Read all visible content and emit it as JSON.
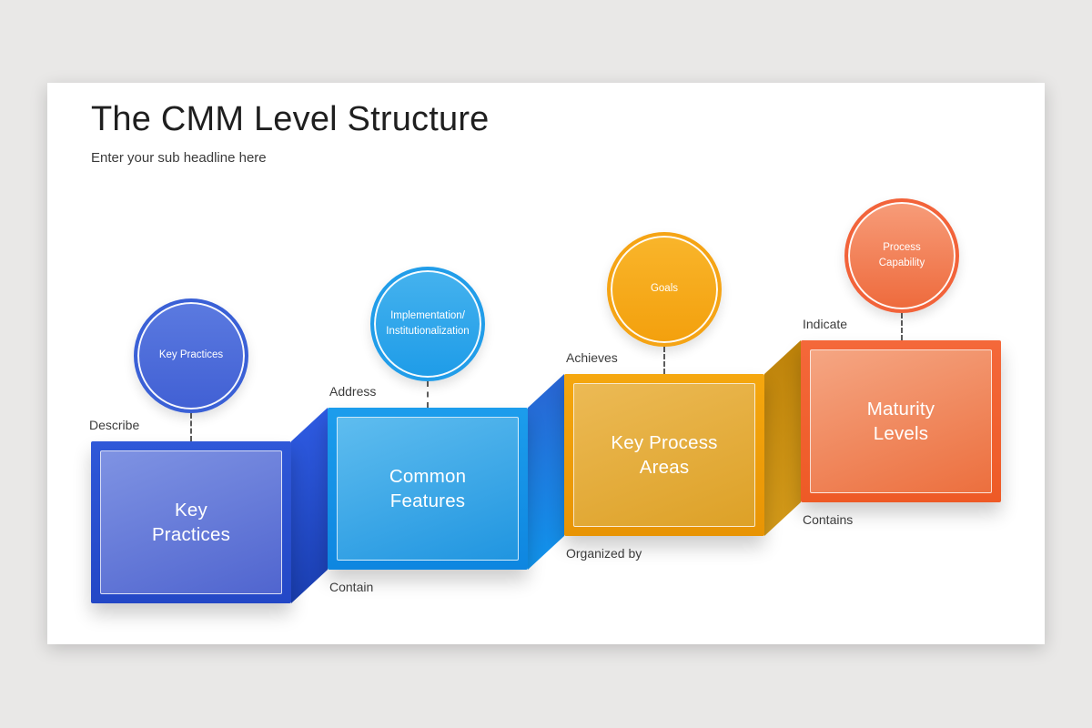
{
  "slide": {
    "title": "The CMM Level Structure",
    "subtitle": "Enter your sub headline here"
  },
  "diagram": {
    "connector_line_color": "#5c5c5c",
    "label_color": "#3c3c3c",
    "steps": [
      {
        "name": "key-practices",
        "circle_label": "Key Practices",
        "box_label": "Key\nPractices",
        "top_label": "Describe",
        "colors": {
          "circle_top": "#5b7ae0",
          "circle_bottom": "#4160d4",
          "circle_border": "#3a60d6",
          "frame_top": "#2f58d8",
          "frame_bottom": "#2347c6",
          "panel_top": "#7f93e3",
          "panel_bottom": "#5065cf",
          "wall_top": "#2f5ce4",
          "wall_bottom": "#1a3eb0"
        }
      },
      {
        "name": "common-features",
        "circle_label": "Implementation/\nInstitutionalization",
        "box_label": "Common\nFeatures",
        "top_label": "Address",
        "bottom_label": "Contain",
        "colors": {
          "circle_top": "#45b2ee",
          "circle_bottom": "#1e9ce8",
          "circle_border": "#219de9",
          "frame_top": "#1c9dec",
          "frame_bottom": "#0e86e0",
          "panel_top": "#5fbdef",
          "panel_bottom": "#2095e0",
          "wall_top": "#2a63d2",
          "wall_bottom": "#1095ec"
        }
      },
      {
        "name": "key-process-areas",
        "circle_label": "Goals",
        "box_label": "Key Process\nAreas",
        "top_label": "Achieves",
        "bottom_label": "Organized by",
        "colors": {
          "circle_top": "#f9b52b",
          "circle_bottom": "#f3a00d",
          "circle_border": "#f5a415",
          "frame_top": "#f5a70e",
          "frame_bottom": "#e89404",
          "panel_top": "#ecba55",
          "panel_bottom": "#dda127",
          "wall_top": "#bd820a",
          "wall_bottom": "#d39a1a"
        }
      },
      {
        "name": "maturity-levels",
        "circle_label": "Process\nCapability",
        "box_label": "Maturity\nLevels",
        "top_label": "Indicate",
        "bottom_label": "Contains",
        "colors": {
          "circle_top": "#f79c79",
          "circle_bottom": "#ee6a3c",
          "circle_border": "#f2633a",
          "frame_top": "#f4683a",
          "frame_bottom": "#ee5a26",
          "panel_top": "#f5a683",
          "panel_bottom": "#ec6f3e"
        }
      }
    ]
  }
}
